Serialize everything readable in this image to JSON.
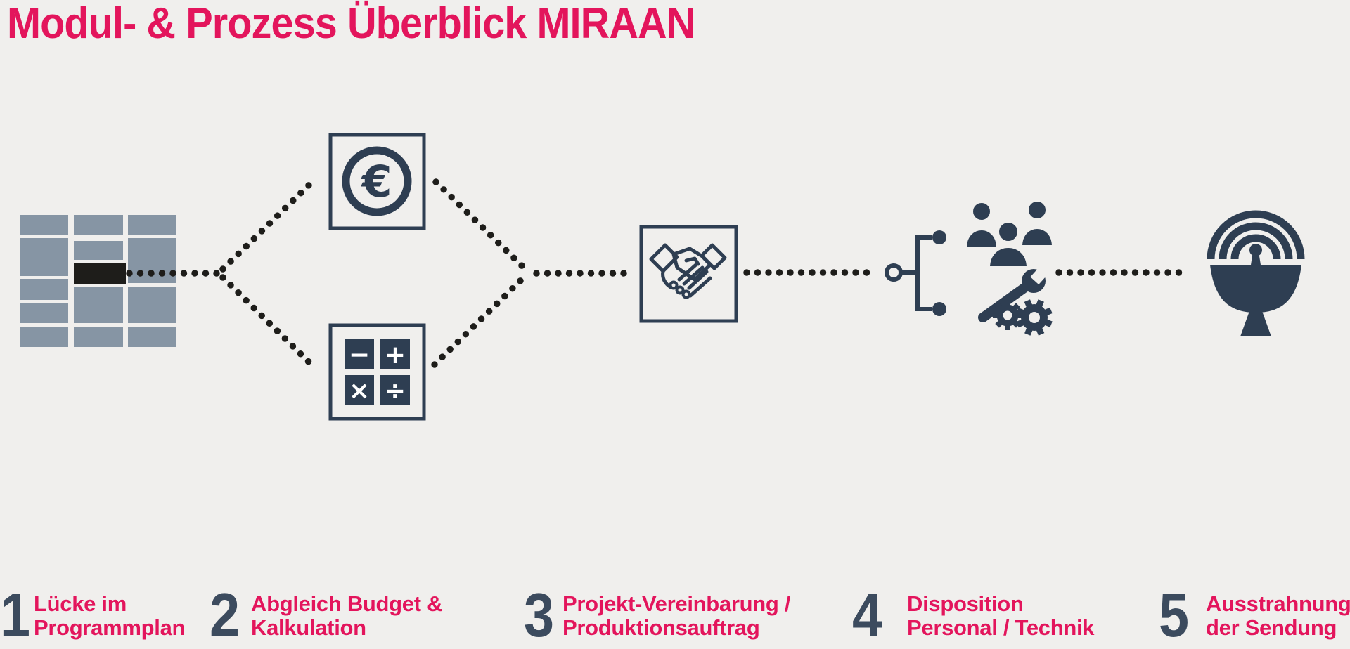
{
  "title": "Modul- & Prozess Überblick MIRAAN",
  "colors": {
    "background": "#f0efed",
    "pink": "#e3155c",
    "navy": "#2e3e52",
    "dark_number": "#3c4b5e",
    "grid_gray": "#8695a4",
    "dot_black": "#1e1d1a",
    "white": "#ffffff"
  },
  "icons": {
    "euro_symbol": "€",
    "calculator_symbols": [
      "−",
      "+",
      "×",
      "÷"
    ]
  },
  "steps": [
    {
      "number": "1",
      "label_line1": "Lücke im",
      "label_line2": "Programmplan",
      "icon": "schedule-grid-icon"
    },
    {
      "number": "2",
      "label_line1": "Abgleich Budget &",
      "label_line2": "Kalkulation",
      "icon": "euro-coin-icon / calculator-icon"
    },
    {
      "number": "3",
      "label_line1": "Projekt-Vereinbarung /",
      "label_line2": "Produktionsauftrag",
      "icon": "handshake-icon"
    },
    {
      "number": "4",
      "label_line1": "Disposition",
      "label_line2": "Personal / Technik",
      "icon": "team-icon / wrench-gears-icon"
    },
    {
      "number": "5",
      "label_line1": "Ausstrahnung",
      "label_line2": "der Sendung",
      "icon": "broadcast-dish-icon"
    }
  ]
}
